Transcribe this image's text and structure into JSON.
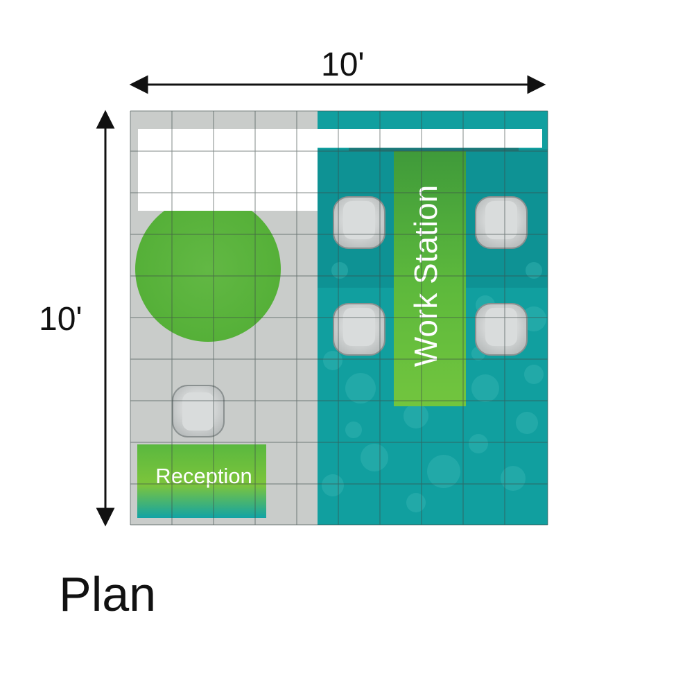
{
  "dimensions": {
    "width_label": "10'",
    "depth_label": "10'"
  },
  "title": "Plan",
  "zones": {
    "work_station_label": "Work Station",
    "reception_label": "Reception"
  },
  "colors": {
    "floor_gray": "#c9ccca",
    "floor_teal": "#119f9f",
    "green": "#5cb83a",
    "grid_line": "#3d4a48"
  }
}
